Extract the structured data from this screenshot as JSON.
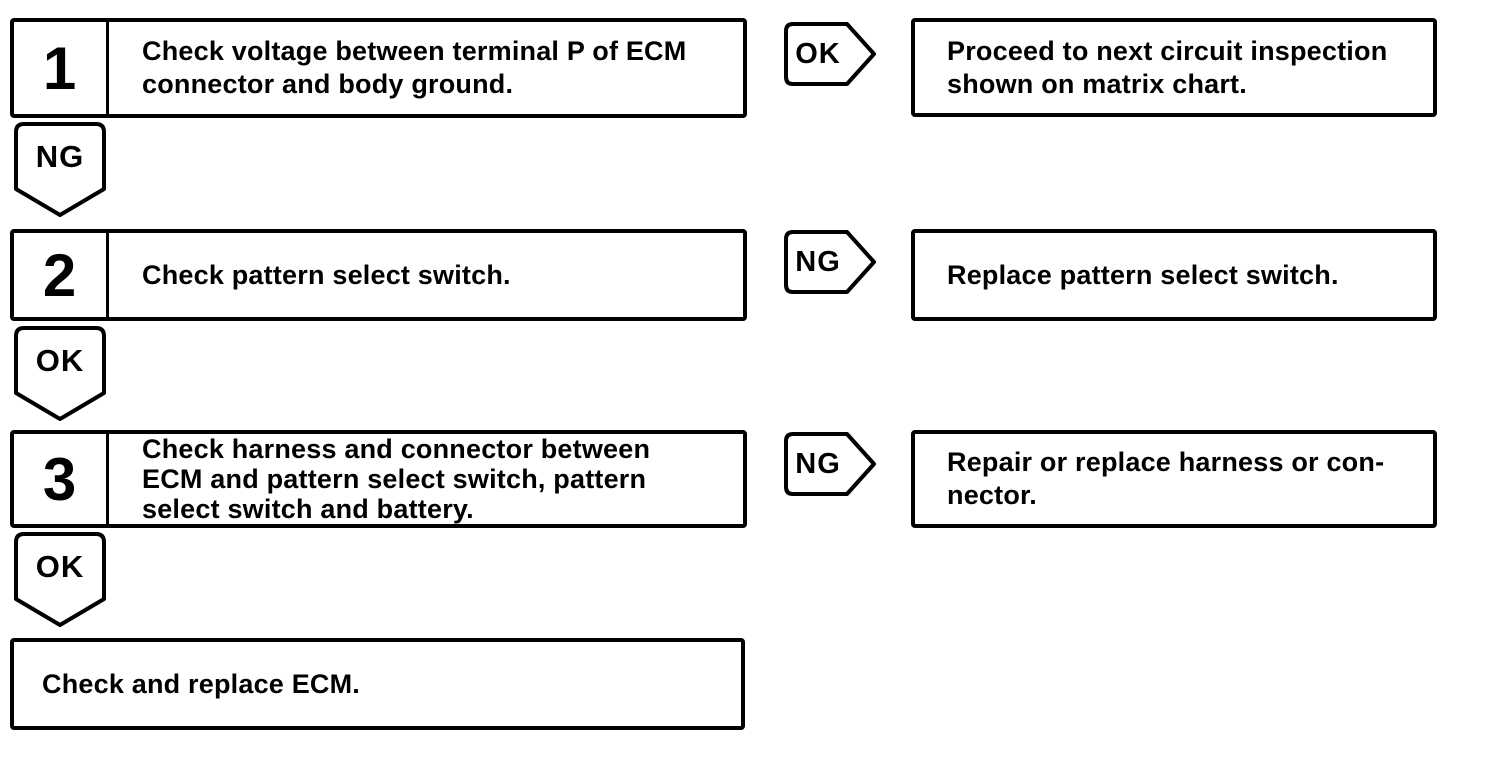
{
  "palette": {
    "ink": "#000000",
    "paper": "#ffffff"
  },
  "rows": [
    {
      "step_no": "1",
      "step_text": "Check voltage between terminal P of ECM\nconnector and body ground.",
      "down_label": "NG",
      "side_label": "OK",
      "side_text": "Proceed to next circuit inspection\nshown on matrix chart."
    },
    {
      "step_no": "2",
      "step_text": "Check pattern select switch.",
      "down_label": "OK",
      "side_label": "NG",
      "side_text": "Replace pattern select switch."
    },
    {
      "step_no": "3",
      "step_text": "Check harness and connector between\nECM and pattern select switch, pattern\nselect switch and battery.",
      "down_label": "OK",
      "side_label": "NG",
      "side_text": "Repair or replace harness or con-\nnector."
    }
  ],
  "final_step": {
    "text": "Check and replace ECM."
  }
}
